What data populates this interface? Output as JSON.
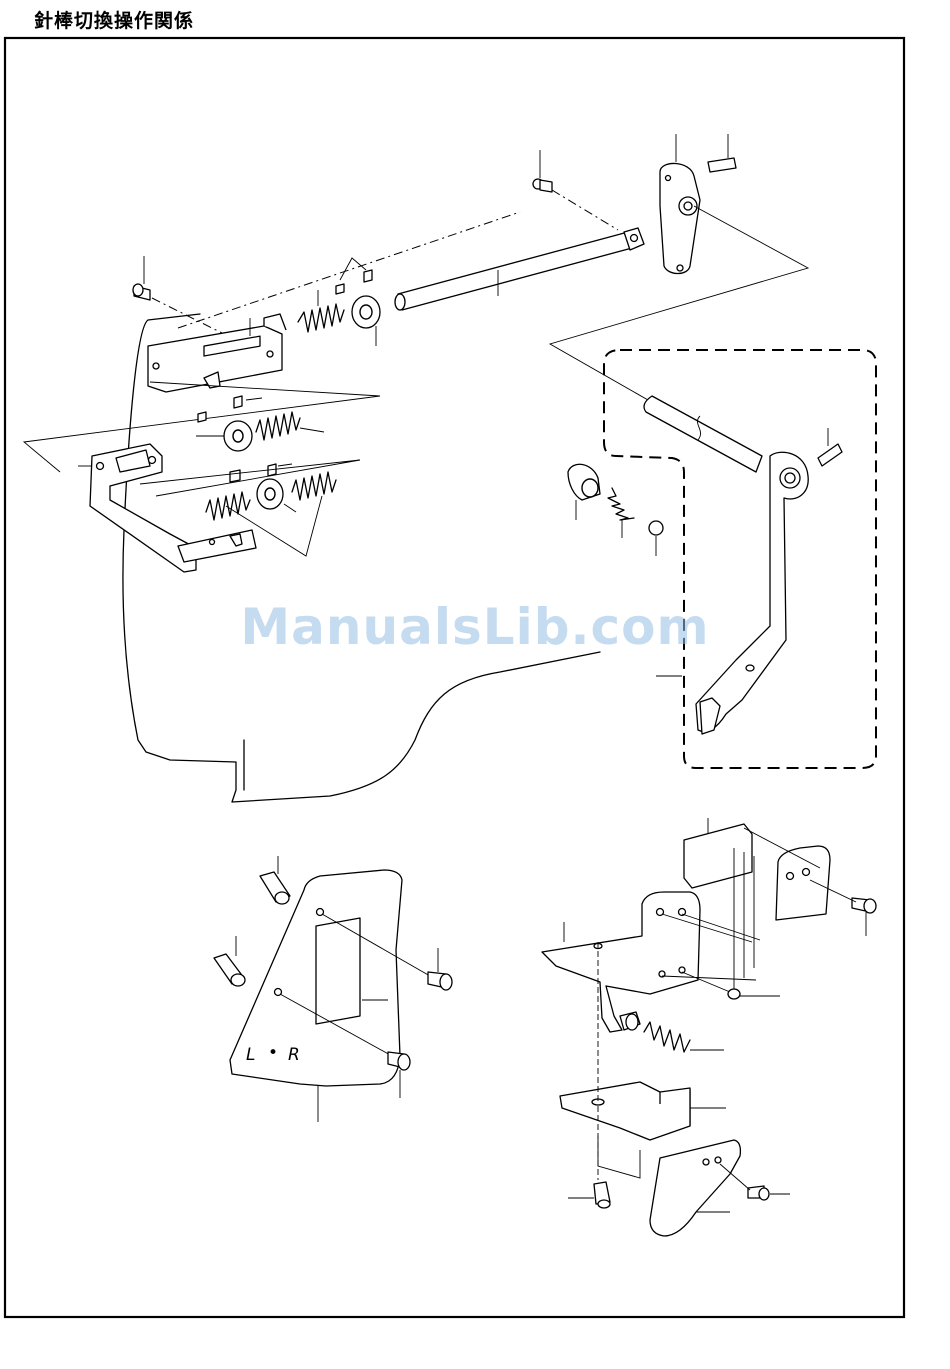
{
  "title": "針棒切換操作関係",
  "watermark": "ManualsLib.com",
  "plate_marking": {
    "left": "L",
    "dot": "•",
    "right": "R"
  }
}
